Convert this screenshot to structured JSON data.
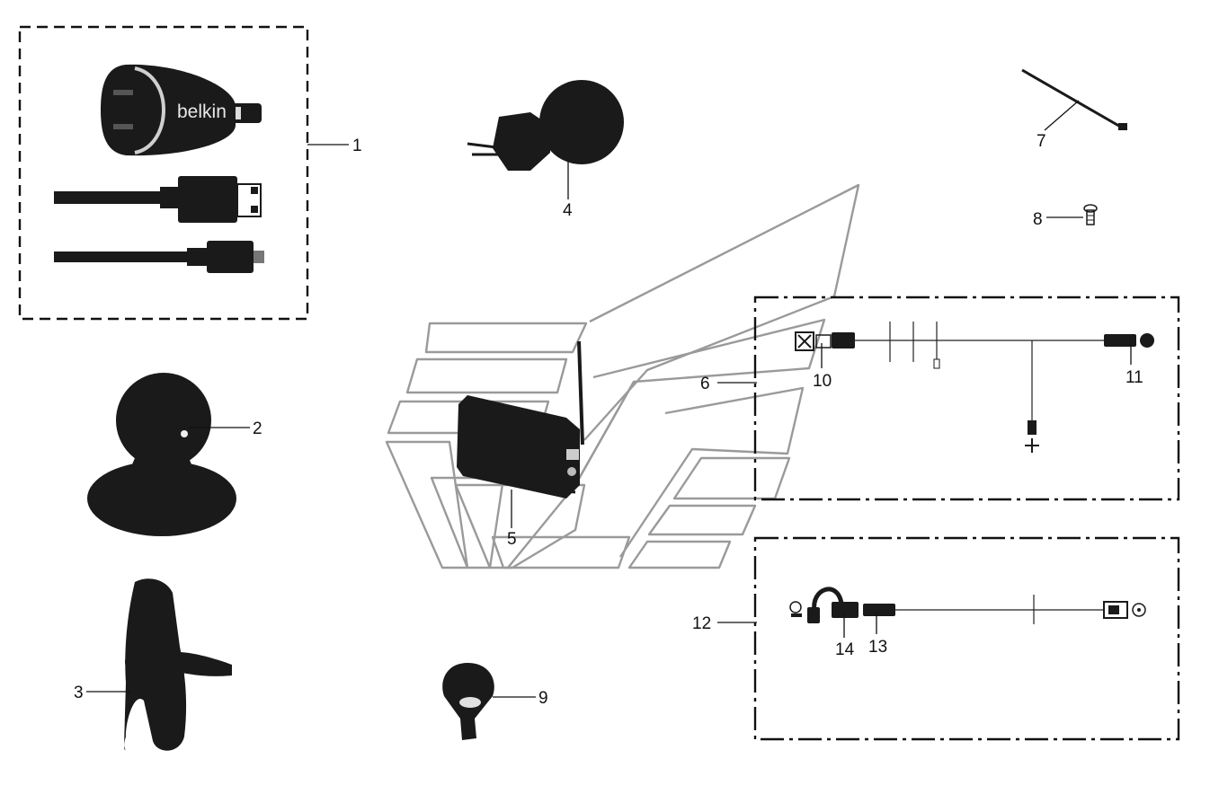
{
  "brand": {
    "charger_logo": "belkin"
  },
  "callouts": [
    {
      "id": "1",
      "label": "1"
    },
    {
      "id": "2",
      "label": "2"
    },
    {
      "id": "3",
      "label": "3"
    },
    {
      "id": "4",
      "label": "4"
    },
    {
      "id": "5",
      "label": "5"
    },
    {
      "id": "6",
      "label": "6"
    },
    {
      "id": "7",
      "label": "7"
    },
    {
      "id": "8",
      "label": "8"
    },
    {
      "id": "9",
      "label": "9"
    },
    {
      "id": "10",
      "label": "10"
    },
    {
      "id": "11",
      "label": "11"
    },
    {
      "id": "12",
      "label": "12"
    },
    {
      "id": "13",
      "label": "13"
    },
    {
      "id": "14",
      "label": "14"
    }
  ],
  "colors": {
    "part_fill": "#1a1a1a",
    "vehicle_outline": "#9a9a9a",
    "line": "#111111"
  }
}
